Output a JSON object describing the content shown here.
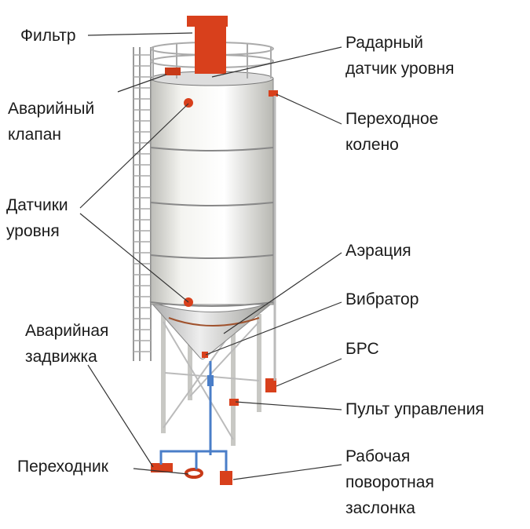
{
  "labels": {
    "filter": [
      "Фильтр"
    ],
    "radar_sensor": [
      "Радарный",
      "датчик уровня"
    ],
    "emergency_valve": [
      "Аварийный",
      "клапан"
    ],
    "transition_elbow": [
      "Переходное",
      "колено"
    ],
    "level_sensors": [
      "Датчики",
      "уровня"
    ],
    "aeration": [
      "Аэрация"
    ],
    "vibrator": [
      "Вибратор"
    ],
    "emergency_gate": [
      "Аварийная",
      "задвижка"
    ],
    "brs": [
      "БРС"
    ],
    "control_panel": [
      "Пульт управления"
    ],
    "adapter": [
      "Переходник"
    ],
    "rotary_damper": [
      "Рабочая",
      "поворотная",
      "заслонка"
    ]
  },
  "colors": {
    "accent": "#d8401c",
    "steel": "#e8e8e4",
    "pipe": "#4a7ec8"
  }
}
